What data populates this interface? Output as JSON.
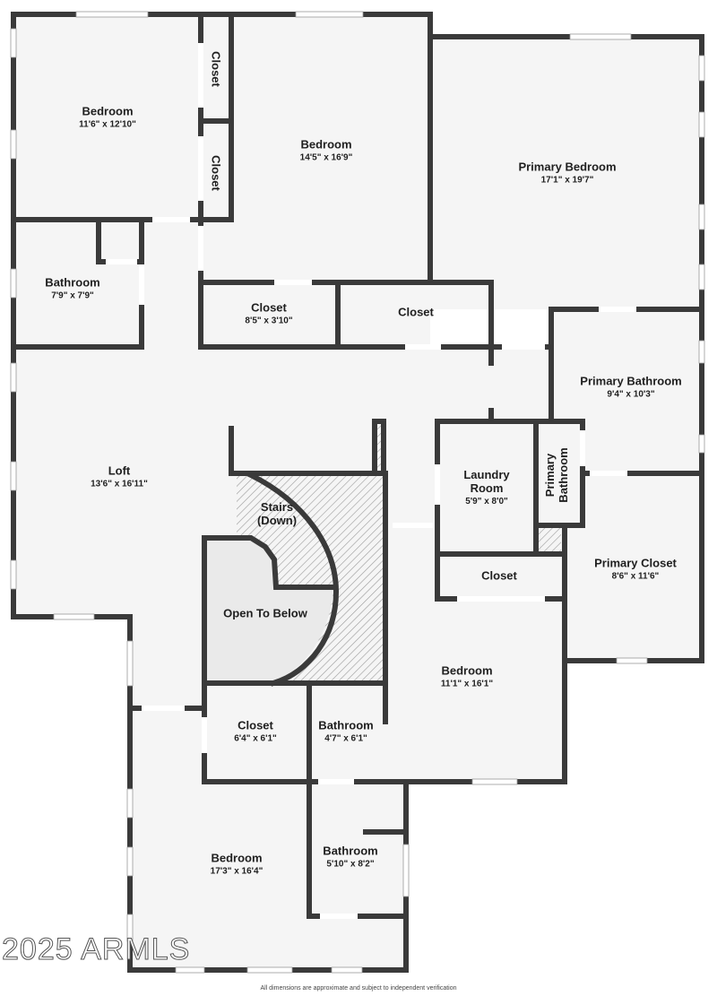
{
  "floor_plan": {
    "colors": {
      "wall": "#3a3a3a",
      "floor": "#f5f5f5",
      "open_to_below": "#eaeaea",
      "hatch": "#9a9a9a",
      "background": "#ffffff"
    },
    "rooms": [
      {
        "id": "bedroom-nw",
        "name": "Bedroom",
        "dims": "11'6\" x 12'10\""
      },
      {
        "id": "closet-a",
        "name": "Closet",
        "dims": ""
      },
      {
        "id": "closet-b",
        "name": "Closet",
        "dims": ""
      },
      {
        "id": "bedroom-n",
        "name": "Bedroom",
        "dims": "14'5\" x 16'9\""
      },
      {
        "id": "primary-bedroom",
        "name": "Primary Bedroom",
        "dims": "17'1\" x 19'7\""
      },
      {
        "id": "bathroom-w",
        "name": "Bathroom",
        "dims": "7'9\" x 7'9\""
      },
      {
        "id": "closet-c",
        "name": "Closet",
        "dims": "8'5\" x 3'10\""
      },
      {
        "id": "closet-d",
        "name": "Closet",
        "dims": ""
      },
      {
        "id": "primary-bathroom",
        "name": "Primary Bathroom",
        "dims": "9'4\" x 10'3\""
      },
      {
        "id": "loft",
        "name": "Loft",
        "dims": "13'6\" x 16'11\""
      },
      {
        "id": "laundry",
        "name": "Laundry Room",
        "name_line1": "Laundry",
        "name_line2": "Room",
        "dims": "5'9\" x 8'0\""
      },
      {
        "id": "primary-bathroom-wc",
        "name": "Primary Bathroom",
        "name_line1": "Primary",
        "name_line2": "Bathroom",
        "dims": ""
      },
      {
        "id": "stairs",
        "name": "Stairs (Down)",
        "name_line1": "Stairs",
        "name_line2": "(Down)",
        "dims": ""
      },
      {
        "id": "closet-e",
        "name": "Closet",
        "dims": ""
      },
      {
        "id": "primary-closet",
        "name": "Primary Closet",
        "dims": "8'6\" x 11'6\""
      },
      {
        "id": "open-to-below",
        "name": "Open To Below",
        "dims": ""
      },
      {
        "id": "bedroom-e",
        "name": "Bedroom",
        "dims": "11'1\" x 16'1\""
      },
      {
        "id": "closet-f",
        "name": "Closet",
        "dims": "6'4\" x 6'1\""
      },
      {
        "id": "bathroom-c",
        "name": "Bathroom",
        "dims": "4'7\" x 6'1\""
      },
      {
        "id": "bedroom-sw",
        "name": "Bedroom",
        "dims": "17'3\" x 16'4\""
      },
      {
        "id": "bathroom-s",
        "name": "Bathroom",
        "dims": "5'10\" x 8'2\""
      }
    ],
    "watermark": "2025 ARMLS",
    "footer": "All dimensions are approximate and subject to independent verification"
  }
}
